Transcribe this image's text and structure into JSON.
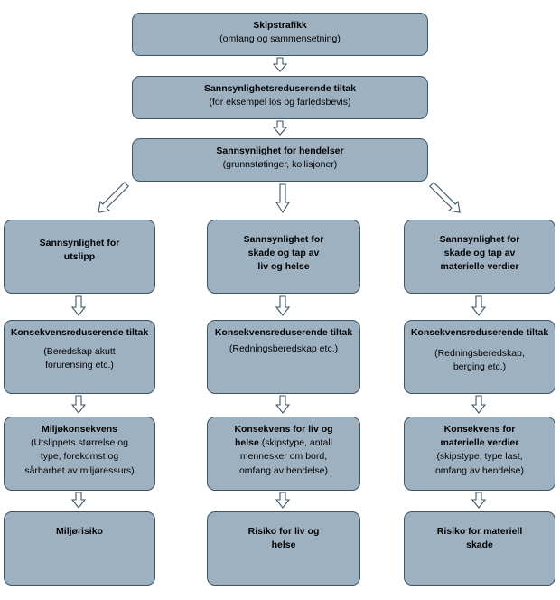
{
  "top": [
    {
      "title": "Skipstrafikk",
      "sub": "(omfang og sammensetning)"
    },
    {
      "title": "Sannsynlighetsreduserende tiltak",
      "sub": "(for eksempel los og farledsbevis)"
    },
    {
      "title": "Sannsynlighet for hendelser",
      "sub": "(grunnstøtinger, kollisjoner)"
    }
  ],
  "columns": [
    {
      "probability": [
        "Sannsynlighet for",
        "utslipp"
      ],
      "mitigation": {
        "title": "Konsekvensreduserende tiltak",
        "sub": [
          "(Beredskap akutt",
          "forurensing etc.)"
        ]
      },
      "consequence": {
        "title": "Miljøkonsekvens",
        "inline": "",
        "sub": [
          "(Utslippets størrelse og",
          "type, forekomst og",
          "sårbarhet av miljøressurs)"
        ]
      },
      "risk": [
        "Miljørisiko"
      ]
    },
    {
      "probability": [
        "Sannsynlighet for",
        "skade og tap av",
        "liv og helse"
      ],
      "mitigation": {
        "title": "Konsekvensreduserende tiltak",
        "sub": [
          "(Redningsberedskap etc.)"
        ]
      },
      "consequence": {
        "title": "Konsekvens for liv og",
        "bold2": "helse",
        "inline": " (skipstype, antall",
        "sub": [
          "mennesker om bord,",
          "omfang av hendelse)"
        ]
      },
      "risk": [
        "Risiko for liv og",
        "helse"
      ]
    },
    {
      "probability": [
        "Sannsynlighet for",
        "skade og tap av",
        "materielle verdier"
      ],
      "mitigation": {
        "title": "Konsekvensreduserende tiltak",
        "sub": [
          "(Redningsberedskap,",
          "berging etc.)"
        ]
      },
      "consequence": {
        "title": "Konsekvens for",
        "bold2": "materielle verdier",
        "inline": "",
        "sub": [
          "(skipstype, type last,",
          "omfang av hendelse)"
        ]
      },
      "risk": [
        "Risiko for materiell",
        "skade"
      ]
    }
  ],
  "colors": {
    "box_fill": "#9eb1c1",
    "box_border": "#3d5566",
    "arrow_fill": "#ffffff"
  }
}
